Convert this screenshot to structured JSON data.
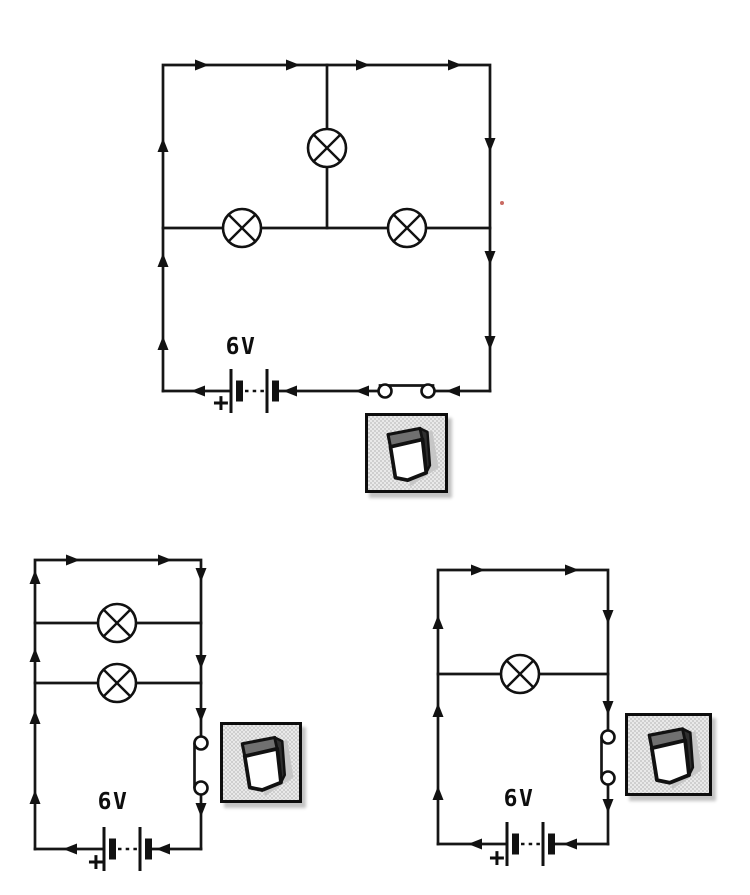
{
  "page": {
    "background_color": "#ffffff",
    "wire_color": "#161616",
    "rocker_panel_color": "#dcdcdc",
    "stray_mark_color": "#c96a62"
  },
  "icons": {
    "lamp": "circle-with-diagonal-cross",
    "battery": "double-cell-battery",
    "switch": "two-terminal-closed-contact",
    "current_arrow": "solid-triangle",
    "rocker_button": "3d-rocker-toggle"
  },
  "circuits": [
    {
      "name": "three-lamp network circuit",
      "lamp_count": 3,
      "switch_state": "closed",
      "current_direction": "clockwise",
      "battery": {
        "voltage_label": "6V",
        "polarity_label": "+"
      }
    },
    {
      "name": "two parallel lamps circuit",
      "lamp_count": 2,
      "switch_state": "closed",
      "current_direction": "clockwise",
      "battery": {
        "voltage_label": "6V",
        "polarity_label": "+"
      }
    },
    {
      "name": "single lamp circuit",
      "lamp_count": 1,
      "switch_state": "closed",
      "current_direction": "clockwise",
      "battery": {
        "voltage_label": "6V",
        "polarity_label": "+"
      }
    }
  ]
}
